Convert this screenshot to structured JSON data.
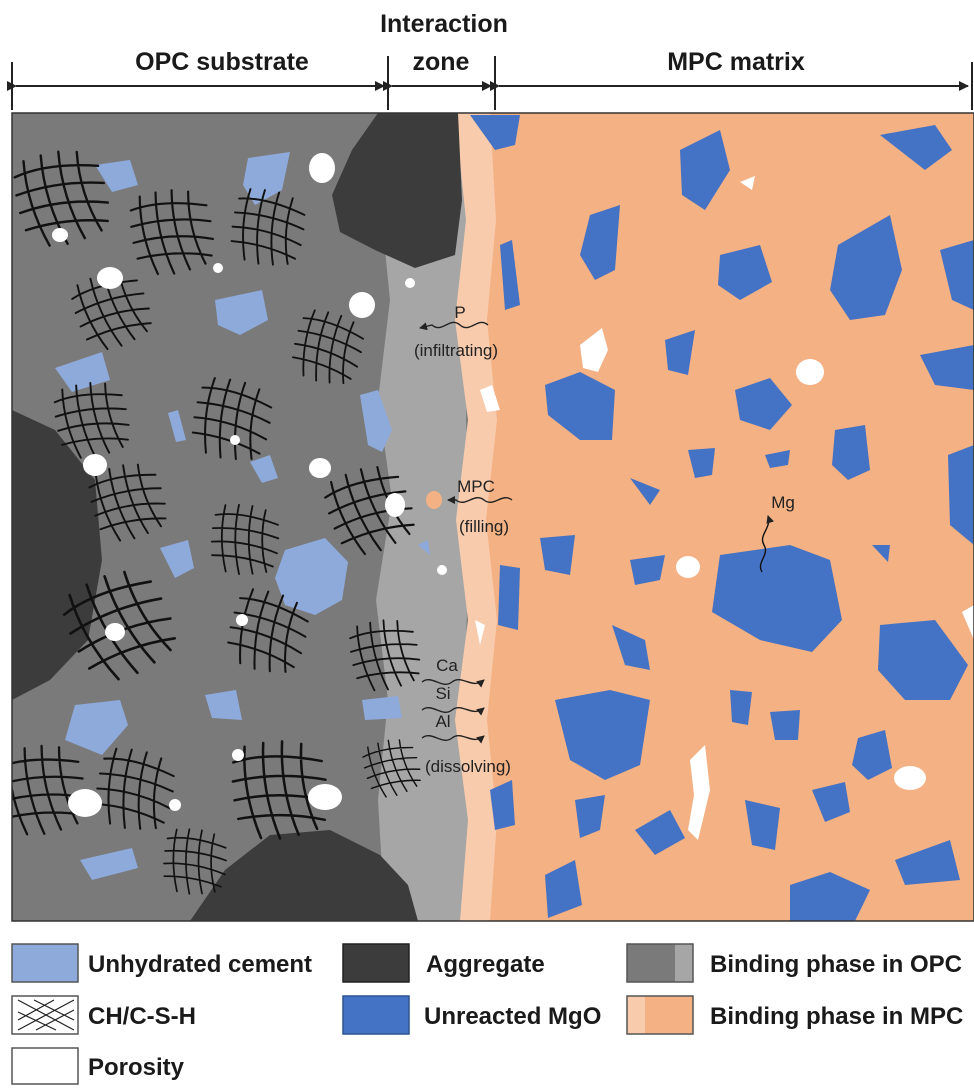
{
  "header": {
    "left_zone": "OPC substrate",
    "middle_zone_line1": "Interaction",
    "middle_zone_line2": "zone",
    "right_zone": "MPC matrix"
  },
  "annotations": {
    "p_label": "P",
    "p_caption": "(infiltrating)",
    "mpc_label": "MPC",
    "mpc_caption": "(filling)",
    "mg_label": "Mg",
    "ca_label": "Ca",
    "si_label": "Si",
    "al_label": "Al",
    "dissolving_caption": "(dissolving)"
  },
  "legend": {
    "unhydrated_cement": "Unhydrated cement",
    "aggregate": "Aggregate",
    "binding_opc": "Binding phase in OPC",
    "ch_csh": "CH/C-S-H",
    "unreacted_mgo": "Unreacted MgO",
    "binding_mpc": "Binding phase in MPC",
    "porosity": "Porosity"
  },
  "colors": {
    "opc_matrix": "#7a7a7a",
    "interaction_zone": "#a6a6a6",
    "aggregate": "#3c3c3c",
    "unhydrated_cement": "#8eaadb",
    "mpc_matrix": "#f4b183",
    "mpc_light": "#f8cbad",
    "mgo": "#4472c4",
    "porosity": "#ffffff"
  }
}
